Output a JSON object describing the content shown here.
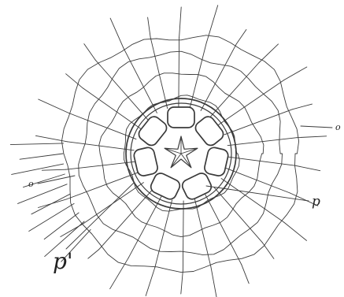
{
  "labels": {
    "o_right": "o",
    "o_left": "o",
    "p": "p",
    "p_prime": "p'"
  }
}
